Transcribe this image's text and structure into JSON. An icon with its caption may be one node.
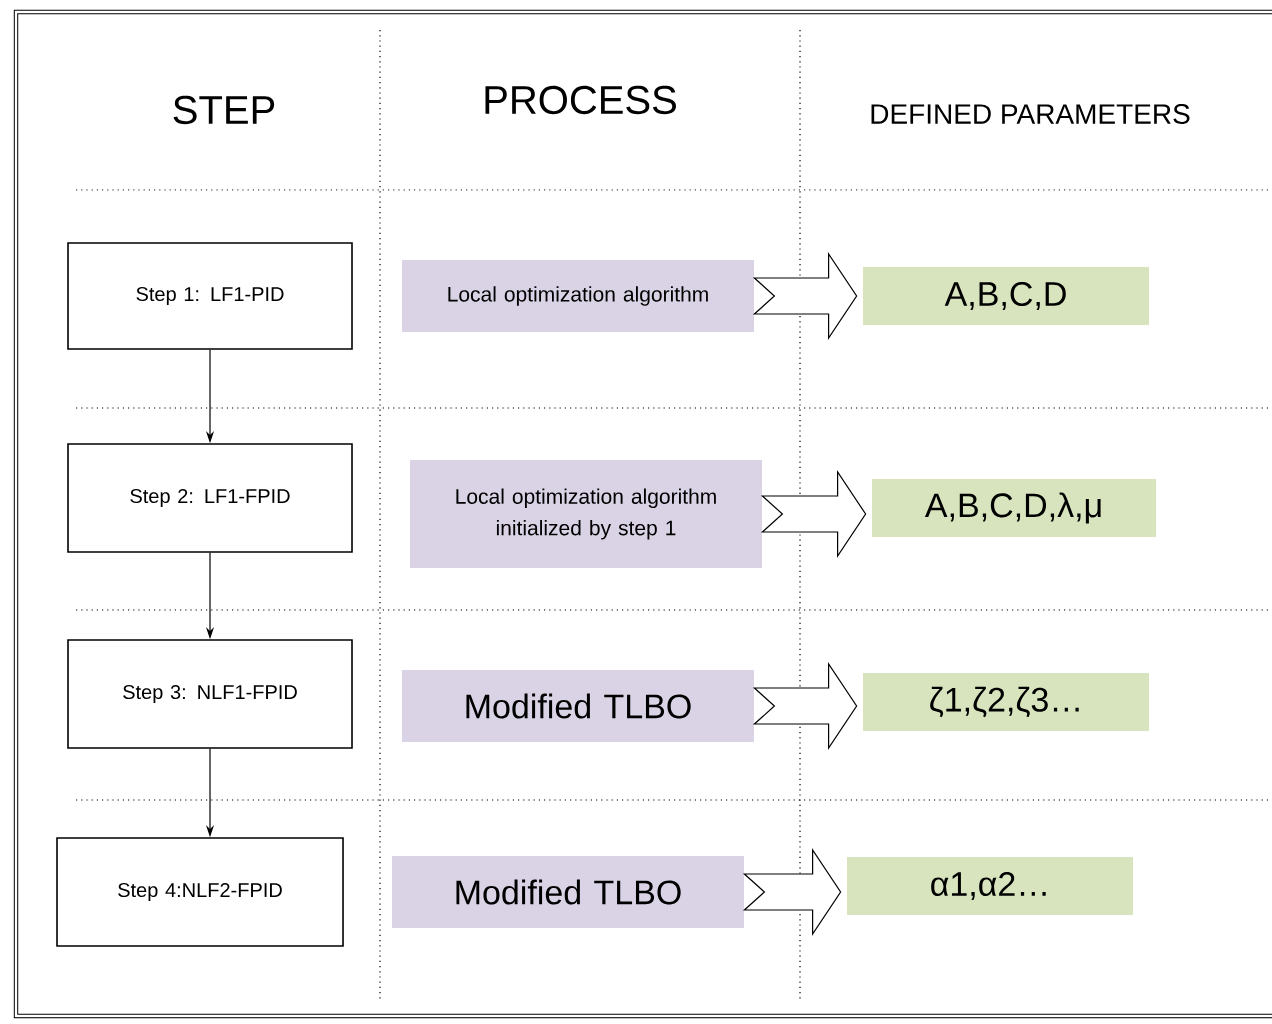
{
  "diagram": {
    "nodes": [
      {
        "text": [
          "Step 1: LF1-PID"
        ]
      },
      {
        "text": [
          "Step 2: LF1-FPID"
        ]
      },
      {
        "text": [
          "Step 3: NLF1-FPID"
        ]
      },
      {
        "text": [
          "Step 4:NLF2-FPID"
        ]
      },
      {
        "text": [
          "Local optimization algorithm"
        ]
      },
      {
        "text": [
          "Local optimization algorithm initialized by step 1"
        ]
      },
      {
        "text": [
          "Modified TLBO"
        ]
      },
      {
        "text": [
          "Modified TLBO"
        ]
      },
      {
        "text": [
          "A,B,C,D"
        ]
      },
      {
        "text": [
          "A,B,C,D,λ,μ"
        ]
      },
      {
        "text": [
          "ζ1,ζ2,ζ3…"
        ]
      },
      {
        "text": [
          "α1,α2…"
        ]
      }
    ],
    "edges": [
      {
        "from": 0,
        "to": 1,
        "arrow": "to"
      },
      {
        "from": 1,
        "to": 2,
        "arrow": "to"
      },
      {
        "from": 2,
        "to": 3,
        "arrow": "to"
      },
      {
        "from": 4,
        "to": 8,
        "arrow": "to"
      },
      {
        "from": 5,
        "to": 9,
        "arrow": "to"
      },
      {
        "from": 6,
        "to": 10,
        "arrow": "to"
      },
      {
        "from": 7,
        "to": 11,
        "arrow": "to"
      }
    ],
    "labels": [
      "STEP",
      "PROCESS",
      "DEFINED PARAMETERS"
    ]
  }
}
